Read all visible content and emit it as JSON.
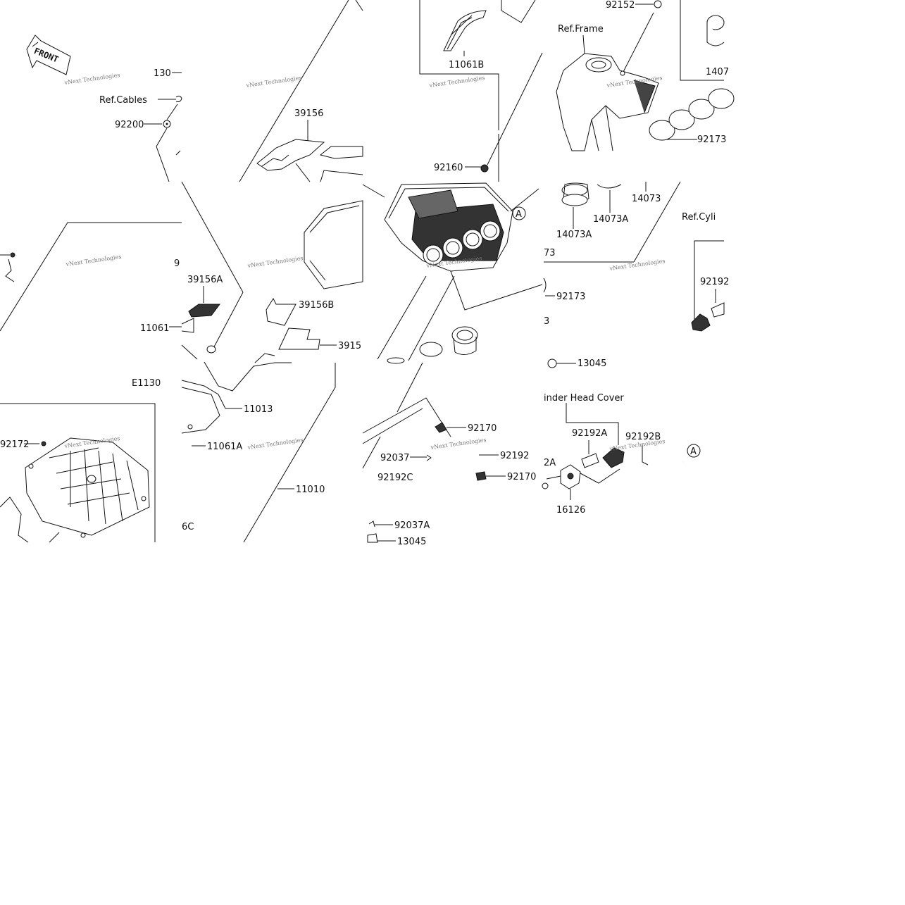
{
  "front_marker": "FRONT",
  "watermark": "vNext Technologies",
  "diagram_code": "E1130",
  "callout_letter": "A",
  "labels": {
    "p130": "130",
    "ref_cables": "Ref.Cables",
    "p92200": "92200",
    "p39156": "39156",
    "p11061b": "11061B",
    "p92160": "92160",
    "p92152": "92152",
    "ref_frame": "Ref.Frame",
    "p1407x": "1407",
    "p92173_top": "92173",
    "p14073": "14073",
    "p14073a_a": "14073A",
    "p14073a_b": "14073A",
    "ref_cyl": "Ref.Cyli",
    "p92192_r": "92192",
    "p73": "73",
    "p92173_mid": "92173",
    "p3": "3",
    "p13045_top": "13045",
    "p9": "9",
    "p39156a": "39156A",
    "p39156b": "39156B",
    "p3915x": "3915",
    "p11061": "11061",
    "p92172": "92172",
    "p11013": "11013",
    "p11061a": "11061A",
    "p11010": "11010",
    "p6c": "6C",
    "p92170_a": "92170",
    "p92192": "92192",
    "p92037": "92037",
    "p92170_b": "92170",
    "p92192c": "92192C",
    "p92037a": "92037A",
    "p13045_bot": "13045",
    "cyl_head_cover": "inder Head Cover",
    "p92192a": "92192A",
    "p92192b": "92192B",
    "p2a": "2A",
    "p16126": "16126"
  }
}
